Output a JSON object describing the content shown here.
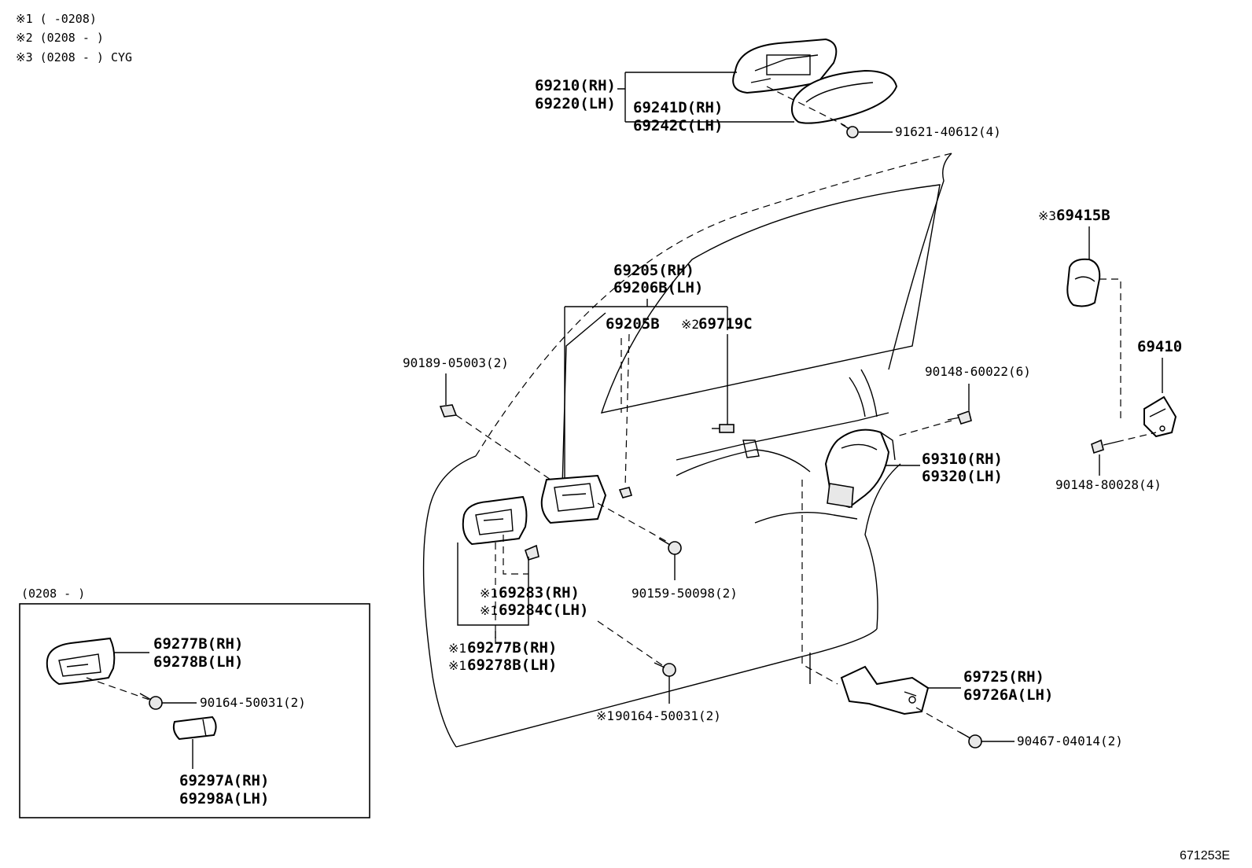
{
  "notes": [
    "※1 (      -0208)",
    "※2 (0208 -      )",
    "※3 (0208 -      ) CYG"
  ],
  "callouts": {
    "handle_outer": [
      "69210(RH)",
      "69220(LH)"
    ],
    "handle_cover": [
      "69241D(RH)",
      "69242C(LH)"
    ],
    "handle_screw": "91621-40612(4)",
    "inside_handle": [
      "69205(RH)",
      "69206B(LH)"
    ],
    "inside_handle_sub": "69205B",
    "rod_clip_mark": "※2",
    "rod_clip": "69719C",
    "clip_left": "90189-05003(2)",
    "lock_screw": "90148-60022(6)",
    "door_lock": [
      "69310(RH)",
      "69320(LH)"
    ],
    "striker_cover_mark": "※3",
    "striker_cover": "69415B",
    "striker": "69410",
    "striker_screw": "90148-80028(4)",
    "handle_screw_mid": "90159-50098(2)",
    "bezel_cover": [
      "69283(RH)",
      "69284C(LH)"
    ],
    "bezel_cover_mark": "※1",
    "bezel": [
      "69277B(RH)",
      "69278B(LH)"
    ],
    "bezel_mark": "※1",
    "bezel_screw_mark": "※1",
    "bezel_screw": "90164-50031(2)",
    "bracket": [
      "69725(RH)",
      "69726A(LH)"
    ],
    "bracket_screw": "90467-04014(2)",
    "inset_title": "(0208 -      )",
    "inset_bezel": [
      "69277B(RH)",
      "69278B(LH)"
    ],
    "inset_screw": "90164-50031(2)",
    "inset_cover": [
      "69297A(RH)",
      "69298A(LH)"
    ],
    "diagram_id": "671253E"
  }
}
